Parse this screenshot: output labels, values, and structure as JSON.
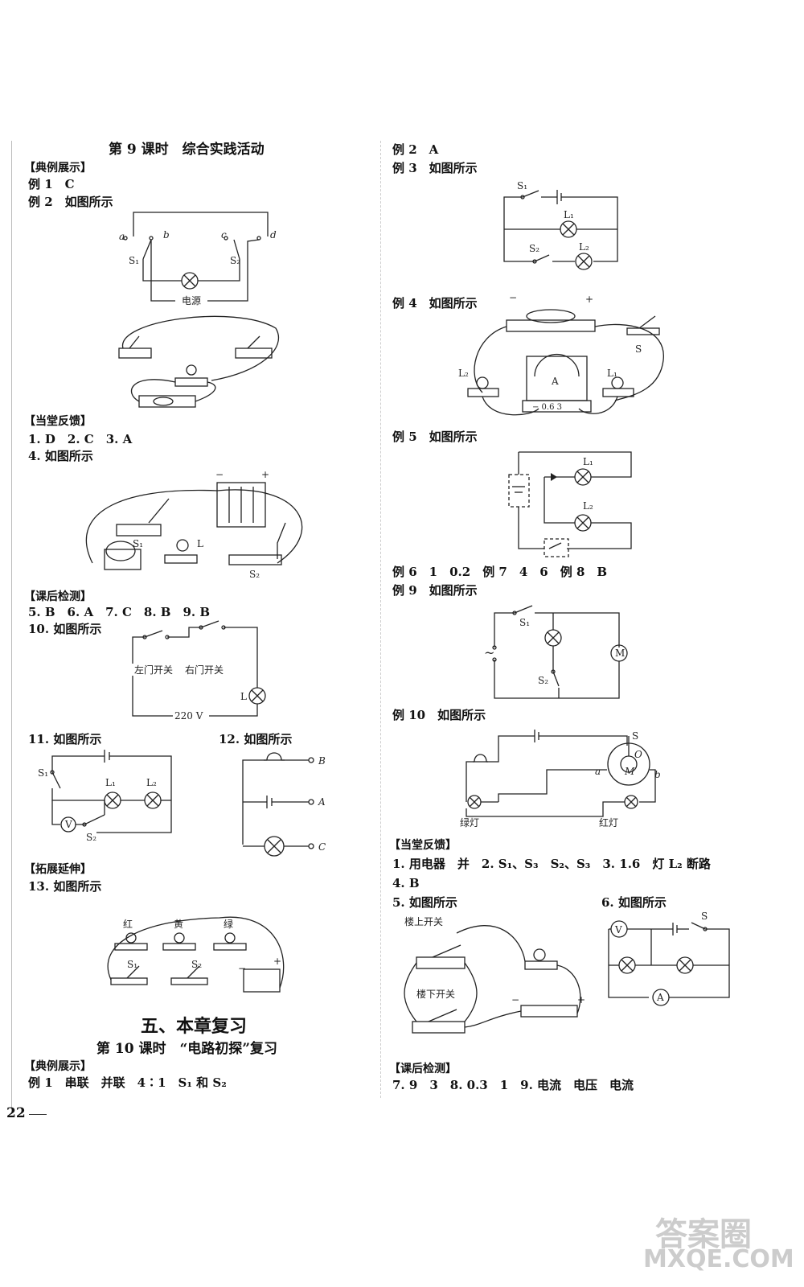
{
  "left": {
    "title": "第 9 课时　综合实践活动",
    "sec_examples": "【典例展示】",
    "ex1": "例 1　C",
    "ex2": "例 2　如图所示",
    "fig_ex2": {
      "a": "a",
      "b": "b",
      "c": "c",
      "d": "d",
      "s1": "S₁",
      "s2": "S₂",
      "power": "电源"
    },
    "sec_feedback": "【当堂反馈】",
    "fb1": "1. D　2. C　3. A",
    "fb4": "4. 如图所示",
    "fig_fb4": {
      "minus": "−",
      "plus": "+",
      "s1": "S₁",
      "l": "L",
      "s2": "S₂"
    },
    "sec_after": "【课后检测】",
    "ah1": "5. B　6. A　7. C　8. B　9. B",
    "ah10": "10. 如图所示",
    "fig_10": {
      "left_switch": "左门开关",
      "right_switch": "右门开关",
      "lamp": "L",
      "source": "220 V"
    },
    "ah11": "11. 如图所示",
    "ah12": "12. 如图所示",
    "fig_11": {
      "s1": "S₁",
      "l1": "L₁",
      "l2": "L₂",
      "v": "V",
      "s2": "S₂"
    },
    "fig_12": {
      "b": "B",
      "a": "A",
      "c": "C"
    },
    "sec_ext": "【拓展延伸】",
    "ext13": "13. 如图所示",
    "fig_13": {
      "red": "红",
      "yellow": "黄",
      "green": "绿",
      "s1": "S₁",
      "s2": "S₂",
      "minus": "−",
      "plus": "+"
    },
    "chapter": "五、本章复习",
    "lesson10": "第 10 课时　“电路初探”复习",
    "sec_examples2": "【典例展示】",
    "ex1b": "例 1　串联　并联　4∶1　S₁ 和 S₂",
    "page_no": "22"
  },
  "right": {
    "ex2": "例 2　A",
    "ex3": "例 3　如图所示",
    "fig_ex3": {
      "s1": "S₁",
      "l1": "L₁",
      "s2": "S₂",
      "l2": "L₂"
    },
    "ex4": "例 4　如图所示",
    "fig_ex4": {
      "minus": "−",
      "plus": "+",
      "s": "S",
      "l2": "L₂",
      "l1": "L₁",
      "a": "A",
      "scale": "− 0.6 3"
    },
    "ex5": "例 5　如图所示",
    "fig_ex5": {
      "l1": "L₁",
      "l2": "L₂"
    },
    "ex678": "例 6　1　0.2　例 7　4　6　例 8　B",
    "ex9": "例 9　如图所示",
    "fig_ex9": {
      "s1": "S₁",
      "s2": "S₂",
      "m": "M",
      "ac": "~"
    },
    "ex10": "例 10　如图所示",
    "fig_ex10": {
      "s": "S",
      "o": "O",
      "m": "M",
      "a": "a",
      "b": "b",
      "green": "绿灯",
      "red": "红灯"
    },
    "sec_feedback": "【当堂反馈】",
    "fb1": "1. 用电器　并　2. S₁、S₃　S₂、S₃　3. 1.6　灯 L₂ 断路",
    "fb4": "4. B",
    "fb5": "5. 如图所示",
    "fb6": "6. 如图所示",
    "fig_fb5": {
      "upstairs": "楼上开关",
      "downstairs": "楼下开关",
      "minus": "−",
      "plus": "+"
    },
    "fig_fb6": {
      "s": "S",
      "v": "V",
      "a": "A"
    },
    "sec_after": "【课后检测】",
    "ah": "7. 9　3　8. 0.3　1　9. 电流　电压　电流"
  },
  "watermark": {
    "top": "答案圈",
    "bottom": "MXQE.COM"
  }
}
